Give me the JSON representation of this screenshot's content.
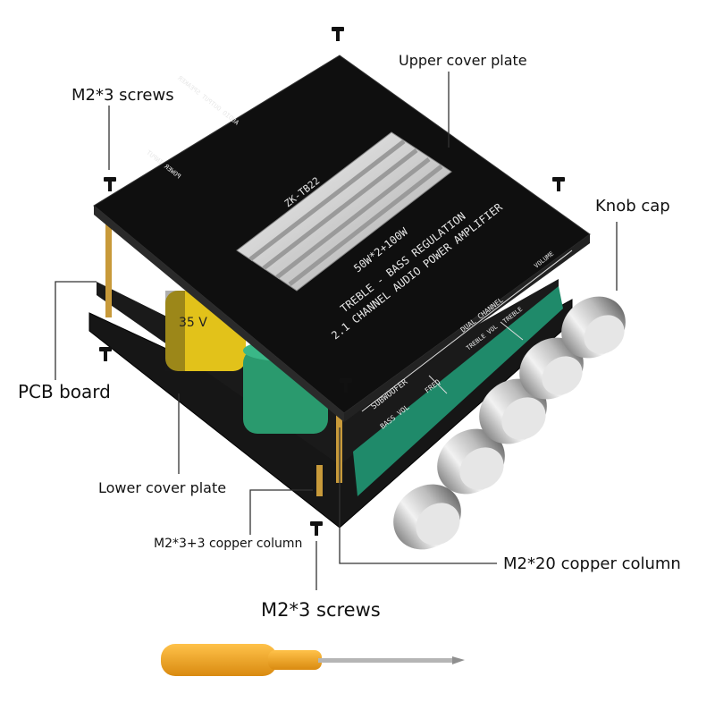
{
  "labels": {
    "upper_cover_plate": "Upper cover plate",
    "m2_3_screws_top": "M2*3 screws",
    "knob_cap": "Knob cap",
    "pcb_board": "PCB board",
    "lower_cover_plate": "Lower cover plate",
    "copper_column_short": "M2*3+3 copper column",
    "copper_column_long": "M2*20 copper column",
    "m2_3_screws_bottom": "M2*3 screws"
  },
  "board_print": {
    "model": "ZK-TB22",
    "power_rating": "50W*2+100W",
    "line1": "TREBLE - BASS REGULATION",
    "line2": "2.1 CHANNEL AUDIO POWER AMPLIFIER",
    "subwoofer": "SUBWOOFER",
    "bass_vol": "BASS VOL",
    "freq": "FREQ",
    "dual_channel": "DUAL CHANNEL",
    "treble_vol": "TREBLE VOL",
    "treble": "TREBLE",
    "volume": "VOLUME",
    "power_input": "POWER INPUT",
    "audio_output": "AUDIO OUTPUT SPEAKER",
    "capacitor_voltage": "35 V"
  },
  "colors": {
    "board_black": "#111111",
    "heatsink": "#d9d9d9",
    "knob_silver": "#c8c8c8",
    "pcb_green": "#1f8a6a",
    "screwdriver_handle": "#f0a020"
  }
}
